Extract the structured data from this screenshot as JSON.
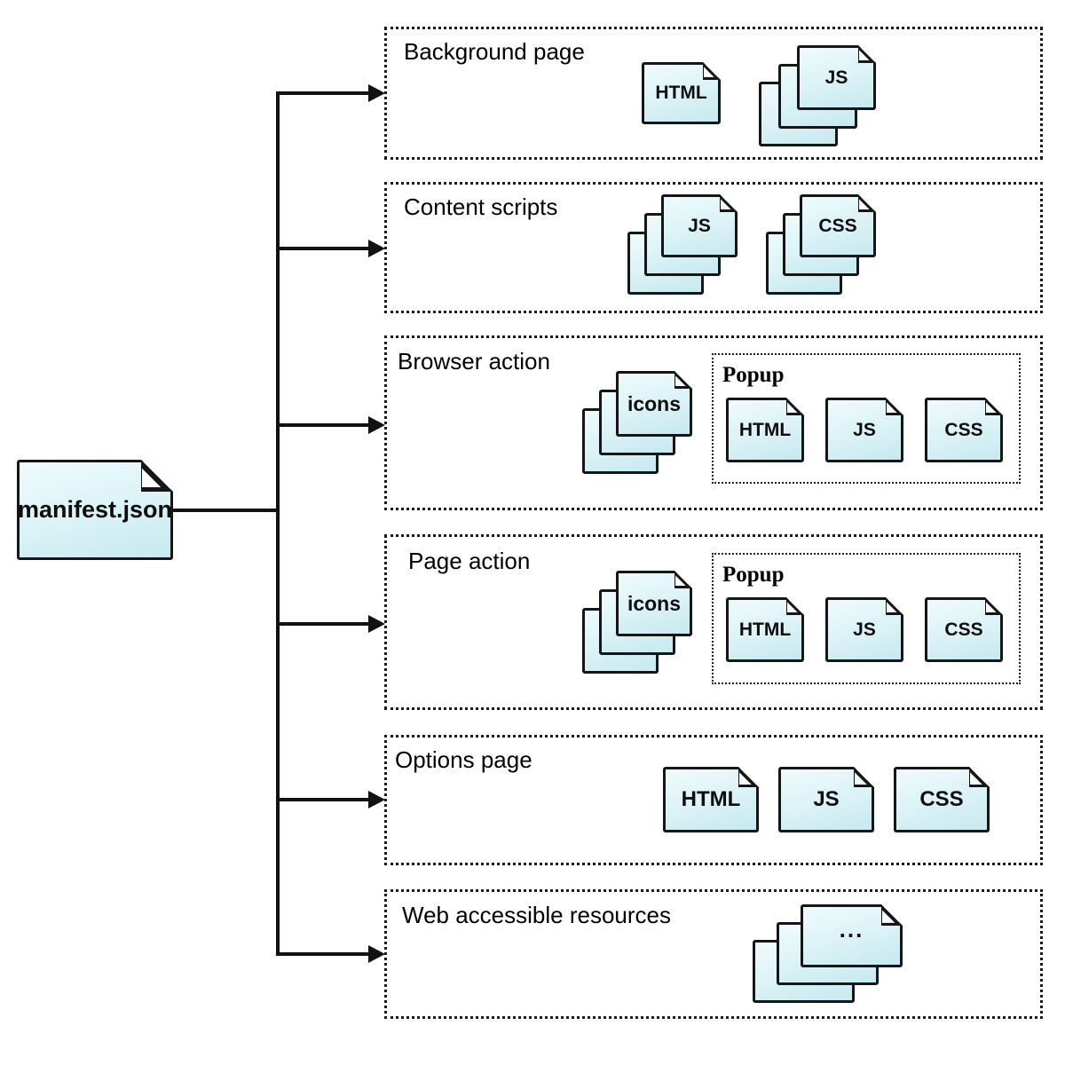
{
  "colors": {
    "page_fill_top": "#eefbfd",
    "page_fill_bottom": "#c6e9ef",
    "stroke": "#161616",
    "line": "#121212",
    "background": "#ffffff"
  },
  "root": {
    "label": "manifest.json"
  },
  "sections": [
    {
      "label": "Background page",
      "files": [
        "HTML",
        "JS"
      ]
    },
    {
      "label": "Content scripts",
      "files": [
        "JS",
        "CSS"
      ]
    },
    {
      "label": "Browser action",
      "stack_label": "icons",
      "popup": {
        "title": "Popup",
        "files": [
          "HTML",
          "JS",
          "CSS"
        ]
      }
    },
    {
      "label": "Page action",
      "stack_label": "icons",
      "popup": {
        "title": "Popup",
        "files": [
          "HTML",
          "JS",
          "CSS"
        ]
      }
    },
    {
      "label": "Options page",
      "files": [
        "HTML",
        "JS",
        "CSS"
      ]
    },
    {
      "label": "Web accessible resources",
      "files": [
        "..."
      ]
    }
  ]
}
